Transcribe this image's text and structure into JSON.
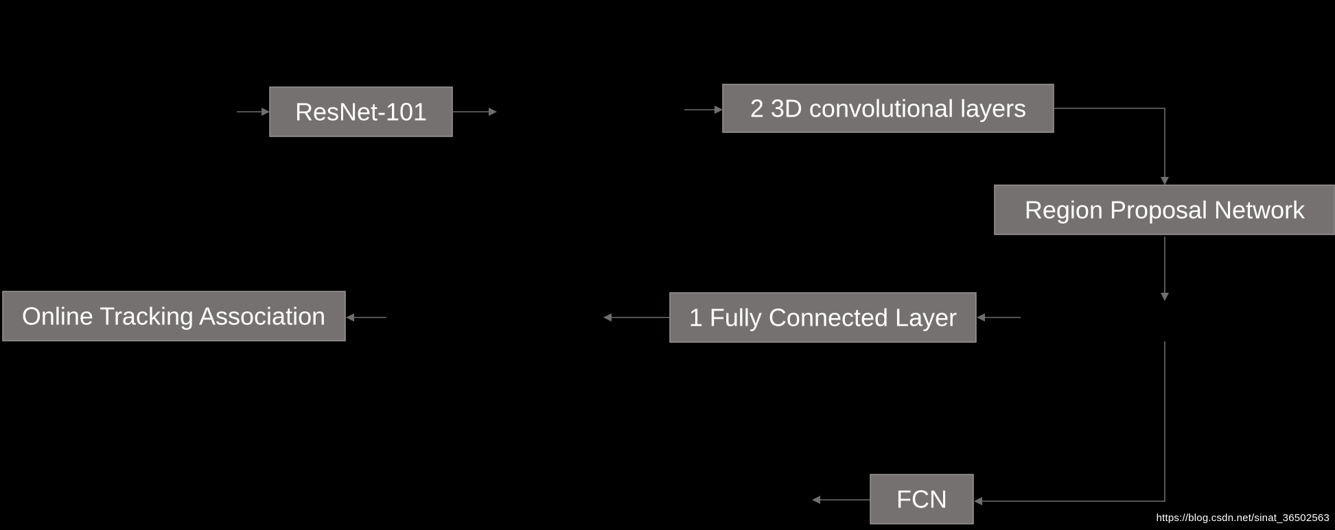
{
  "diagram": {
    "nodes": {
      "resnet": "ResNet-101",
      "conv3d": "2 3D convolutional layers",
      "rpn": "Region Proposal Network",
      "fc": "1 Fully Connected Layer",
      "tracking": "Online Tracking Association",
      "fcn": "FCN"
    },
    "colors": {
      "background": "#000000",
      "box_fill": "#767171",
      "box_text": "#ffffff",
      "edge": "#6f6f6f"
    }
  },
  "watermark": "https://blog.csdn.net/sinat_36502563"
}
